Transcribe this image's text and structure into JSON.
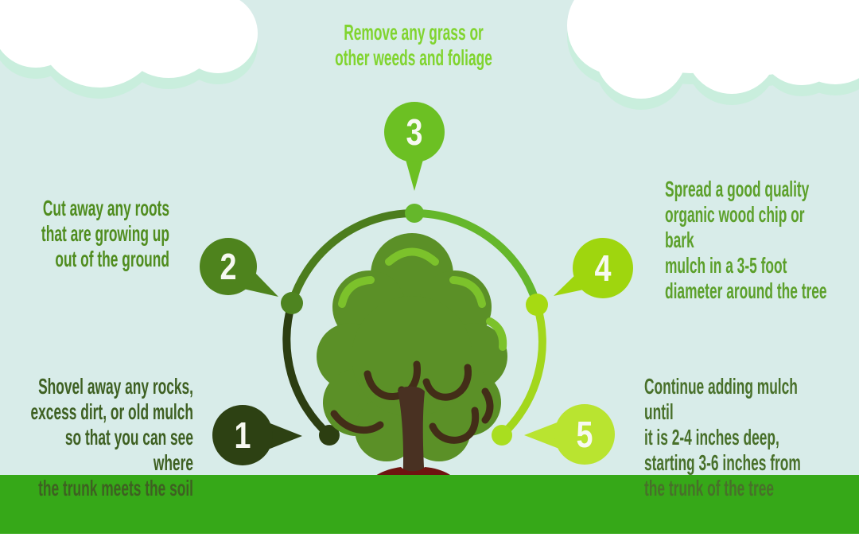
{
  "infographic": {
    "background": {
      "sky": "#d8ece9",
      "grass": "#36a818",
      "bottom_strip": "#ffffff",
      "cloud": "#ffffff",
      "cloud_shadow": "#c9eedd"
    },
    "tree": {
      "foliage": "#5b9027",
      "foliage_highlight": "#7cc22b",
      "branches": "#432d18",
      "trunk": "#493122",
      "mulch_mound": "#6e1410"
    },
    "ring": {
      "segments": [
        {
          "name": "bottom-left",
          "color": "#2c3e11"
        },
        {
          "name": "upper-left",
          "color": "#4c7d1d"
        },
        {
          "name": "upper-right",
          "color": "#65b72b"
        },
        {
          "name": "bottom-right",
          "color": "#a3d71c"
        }
      ],
      "dots": [
        {
          "name": "top",
          "color": "#65b72b"
        },
        {
          "name": "left",
          "color": "#4e8420"
        },
        {
          "name": "right",
          "color": "#a6da12"
        },
        {
          "name": "bottom-left",
          "color": "#2c3e11"
        },
        {
          "name": "bottom-right",
          "color": "#a9de1f"
        }
      ]
    },
    "steps": [
      {
        "number": "1",
        "pin_color": "#2d4113",
        "label_color": "#3e6022",
        "label": "Shovel away any rocks,\nexcess dirt, or old mulch\nso that you can see where\nthe trunk meets the soil"
      },
      {
        "number": "2",
        "pin_color": "#4e831d",
        "label_color": "#4f8c1e",
        "label": "Cut away any roots\nthat are growing up\nout of the ground"
      },
      {
        "number": "3",
        "pin_color": "#6cc023",
        "label_color": "#80d42f",
        "label": "Remove any grass or\nother weeds and foliage"
      },
      {
        "number": "4",
        "pin_color": "#9fd60e",
        "label_color": "#5ca02b",
        "label": "Spread a good quality\norganic wood chip or bark\nmulch in a 3-5 foot\ndiameter around the tree"
      },
      {
        "number": "5",
        "pin_color": "#b9e430",
        "label_color": "#48702a",
        "label": "Continue adding mulch until\nit is 2-4 inches deep,\nstarting 3-6 inches from\nthe trunk of the tree"
      }
    ]
  }
}
